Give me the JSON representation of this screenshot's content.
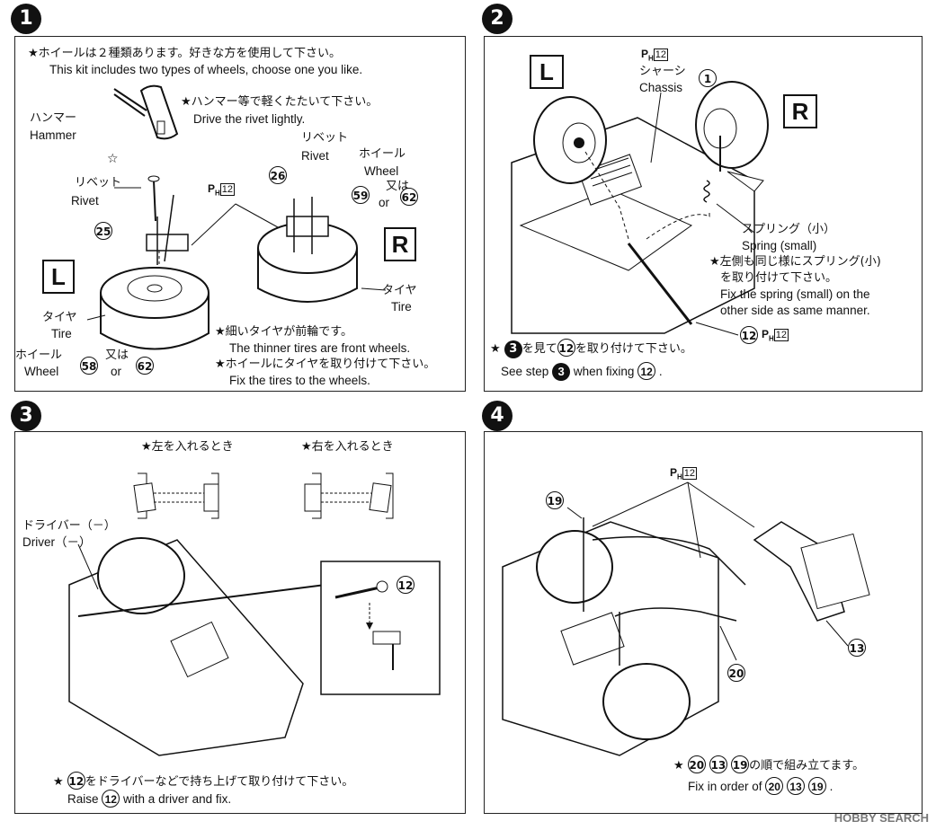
{
  "step1": {
    "num": "1",
    "note_jp": "★ホイールは２種類あります。好きな方を使用して下さい。",
    "note_en": "This kit includes two types of wheels, choose one you like.",
    "hammer_jp": "ハンマー",
    "hammer_en": "Hammer",
    "drive_jp": "★ハンマー等で軽くたたいて下さい。",
    "drive_en": "Drive the rivet lightly.",
    "rivet_jp": "リベット",
    "rivet_en": "Rivet",
    "rivet2_jp": "リベット",
    "rivet2_en": "Rivet",
    "wheel_jp": "ホイール",
    "wheel_en": "Wheel",
    "or_jp": "又は",
    "or_en": "or",
    "ph": "P",
    "ph_sub": "H",
    "ph_box": "12",
    "tire_jp": "タイヤ",
    "tire_en": "Tire",
    "tire2_jp": "タイヤ",
    "tire2_en": "Tire",
    "wheel2_jp": "ホイール",
    "wheel2_en": "Wheel",
    "or2_jp": "又は",
    "or2_en": "or",
    "L": "L",
    "R": "R",
    "n25": "25",
    "n26": "26",
    "n58": "58",
    "n59": "59",
    "n62a": "62",
    "n62b": "62",
    "front_jp": "★細いタイヤが前輪です。",
    "front_en": "The thinner tires are front wheels.",
    "fix_jp": "★ホイールにタイヤを取り付けて下さい。",
    "fix_en": "Fix the tires to the wheels."
  },
  "step2": {
    "num": "2",
    "L": "L",
    "R": "R",
    "ph": "P",
    "ph_sub": "H",
    "ph_box": "12",
    "chassis_jp": "シャーシ",
    "chassis_en": "Chassis",
    "n1": "1",
    "spring_jp": "スプリング（小）",
    "spring_en": "Spring (small)",
    "side_jp1": "★左側も同じ様にスプリング(小)",
    "side_jp2": "を取り付けて下さい。",
    "side_en1": "Fix the spring (small) on the",
    "side_en2": "other side as same manner.",
    "n12": "12",
    "ph2": "P",
    "ph2_sub": "H",
    "ph2_box": "12",
    "see_jp_a": "を見て",
    "see_jp_b": "を取り付けて下さい。",
    "see_en_a": "See step",
    "see_en_b": "when fixing",
    "see_step": "3",
    "see_part": "12",
    "see_part2": "12"
  },
  "step3": {
    "num": "3",
    "left_jp": "★左を入れるとき",
    "right_jp": "★右を入れるとき",
    "driver_jp": "ドライバー（－）",
    "driver_en": "Driver（－）",
    "n12": "12",
    "raise_jp": "をドライバーなどで持ち上げて取り付けて下さい。",
    "raise_en_a": "Raise",
    "raise_en_b": "with a driver and fix.",
    "part": "12",
    "part2": "12"
  },
  "step4": {
    "num": "4",
    "ph": "P",
    "ph_sub": "H",
    "ph_box": "12",
    "n19": "19",
    "n20": "20",
    "n13": "13",
    "order_jp": "の順で組み立てます。",
    "order_en": "Fix in order of",
    "o1": "20",
    "o2": "13",
    "o3": "19",
    "e1": "20",
    "e2": "13",
    "e3": "19"
  },
  "watermark": "HOBBY SEARCH"
}
